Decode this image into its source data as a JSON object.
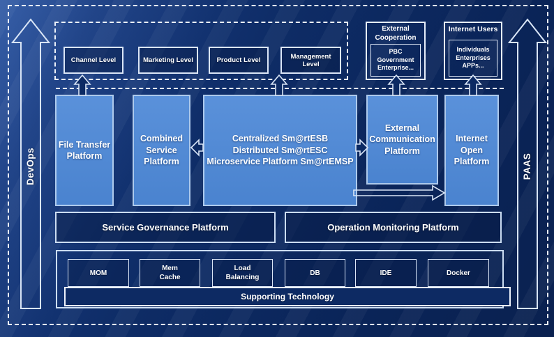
{
  "colors": {
    "background": "#0c2a63",
    "light_box_fill": "#4d87d3",
    "light_box_border": "#aecaec",
    "dark_box_border": "#dbe6f7",
    "dashed_line": "#f6faff",
    "text": "#ffffff"
  },
  "side_rails": {
    "left_label": "DevOps",
    "right_label": "PAAS"
  },
  "top_levels": {
    "items": [
      {
        "label": "Channel Level"
      },
      {
        "label": "Marketing Level"
      },
      {
        "label": "Product Level"
      },
      {
        "label": "Management Level"
      }
    ]
  },
  "external_cooperation": {
    "title": "External Cooperation",
    "inner_lines": [
      "PBC Government",
      "Enterprise..."
    ]
  },
  "internet_users": {
    "title": "Internet Users",
    "inner_lines": [
      "Individuals",
      "Enterprises",
      "APPs..."
    ]
  },
  "platforms": {
    "file_transfer": "File Transfer Platform",
    "combined_service": "Combined Service Platform",
    "central_lines": [
      "Centralized Sm@rtESB",
      "Distributed Sm@rtESC",
      "Microservice Platform Sm@rtEMSP"
    ],
    "external_communication": "External Communication Platform",
    "internet_open": "Internet Open Platform"
  },
  "governance": {
    "service_governance": "Service Governance Platform",
    "operation_monitoring": "Operation Monitoring Platform"
  },
  "supporting": {
    "items": [
      {
        "lines": [
          "MOM"
        ]
      },
      {
        "lines": [
          "Mem",
          "Cache"
        ]
      },
      {
        "lines": [
          "Load",
          "Balancing"
        ]
      },
      {
        "lines": [
          "DB"
        ]
      },
      {
        "lines": [
          "IDE"
        ]
      },
      {
        "lines": [
          "Docker"
        ]
      }
    ],
    "bar_label": "Supporting Technology"
  }
}
